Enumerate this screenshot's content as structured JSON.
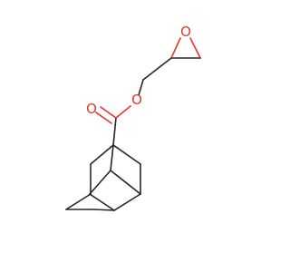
{
  "molecule": {
    "atoms": {
      "carbonyl_oxygen": "O",
      "ester_oxygen": "O",
      "epoxide_oxygen": "O"
    },
    "colors": {
      "bond": "#262626",
      "oxygen": "#e8362c",
      "background": "#ffffff"
    }
  }
}
